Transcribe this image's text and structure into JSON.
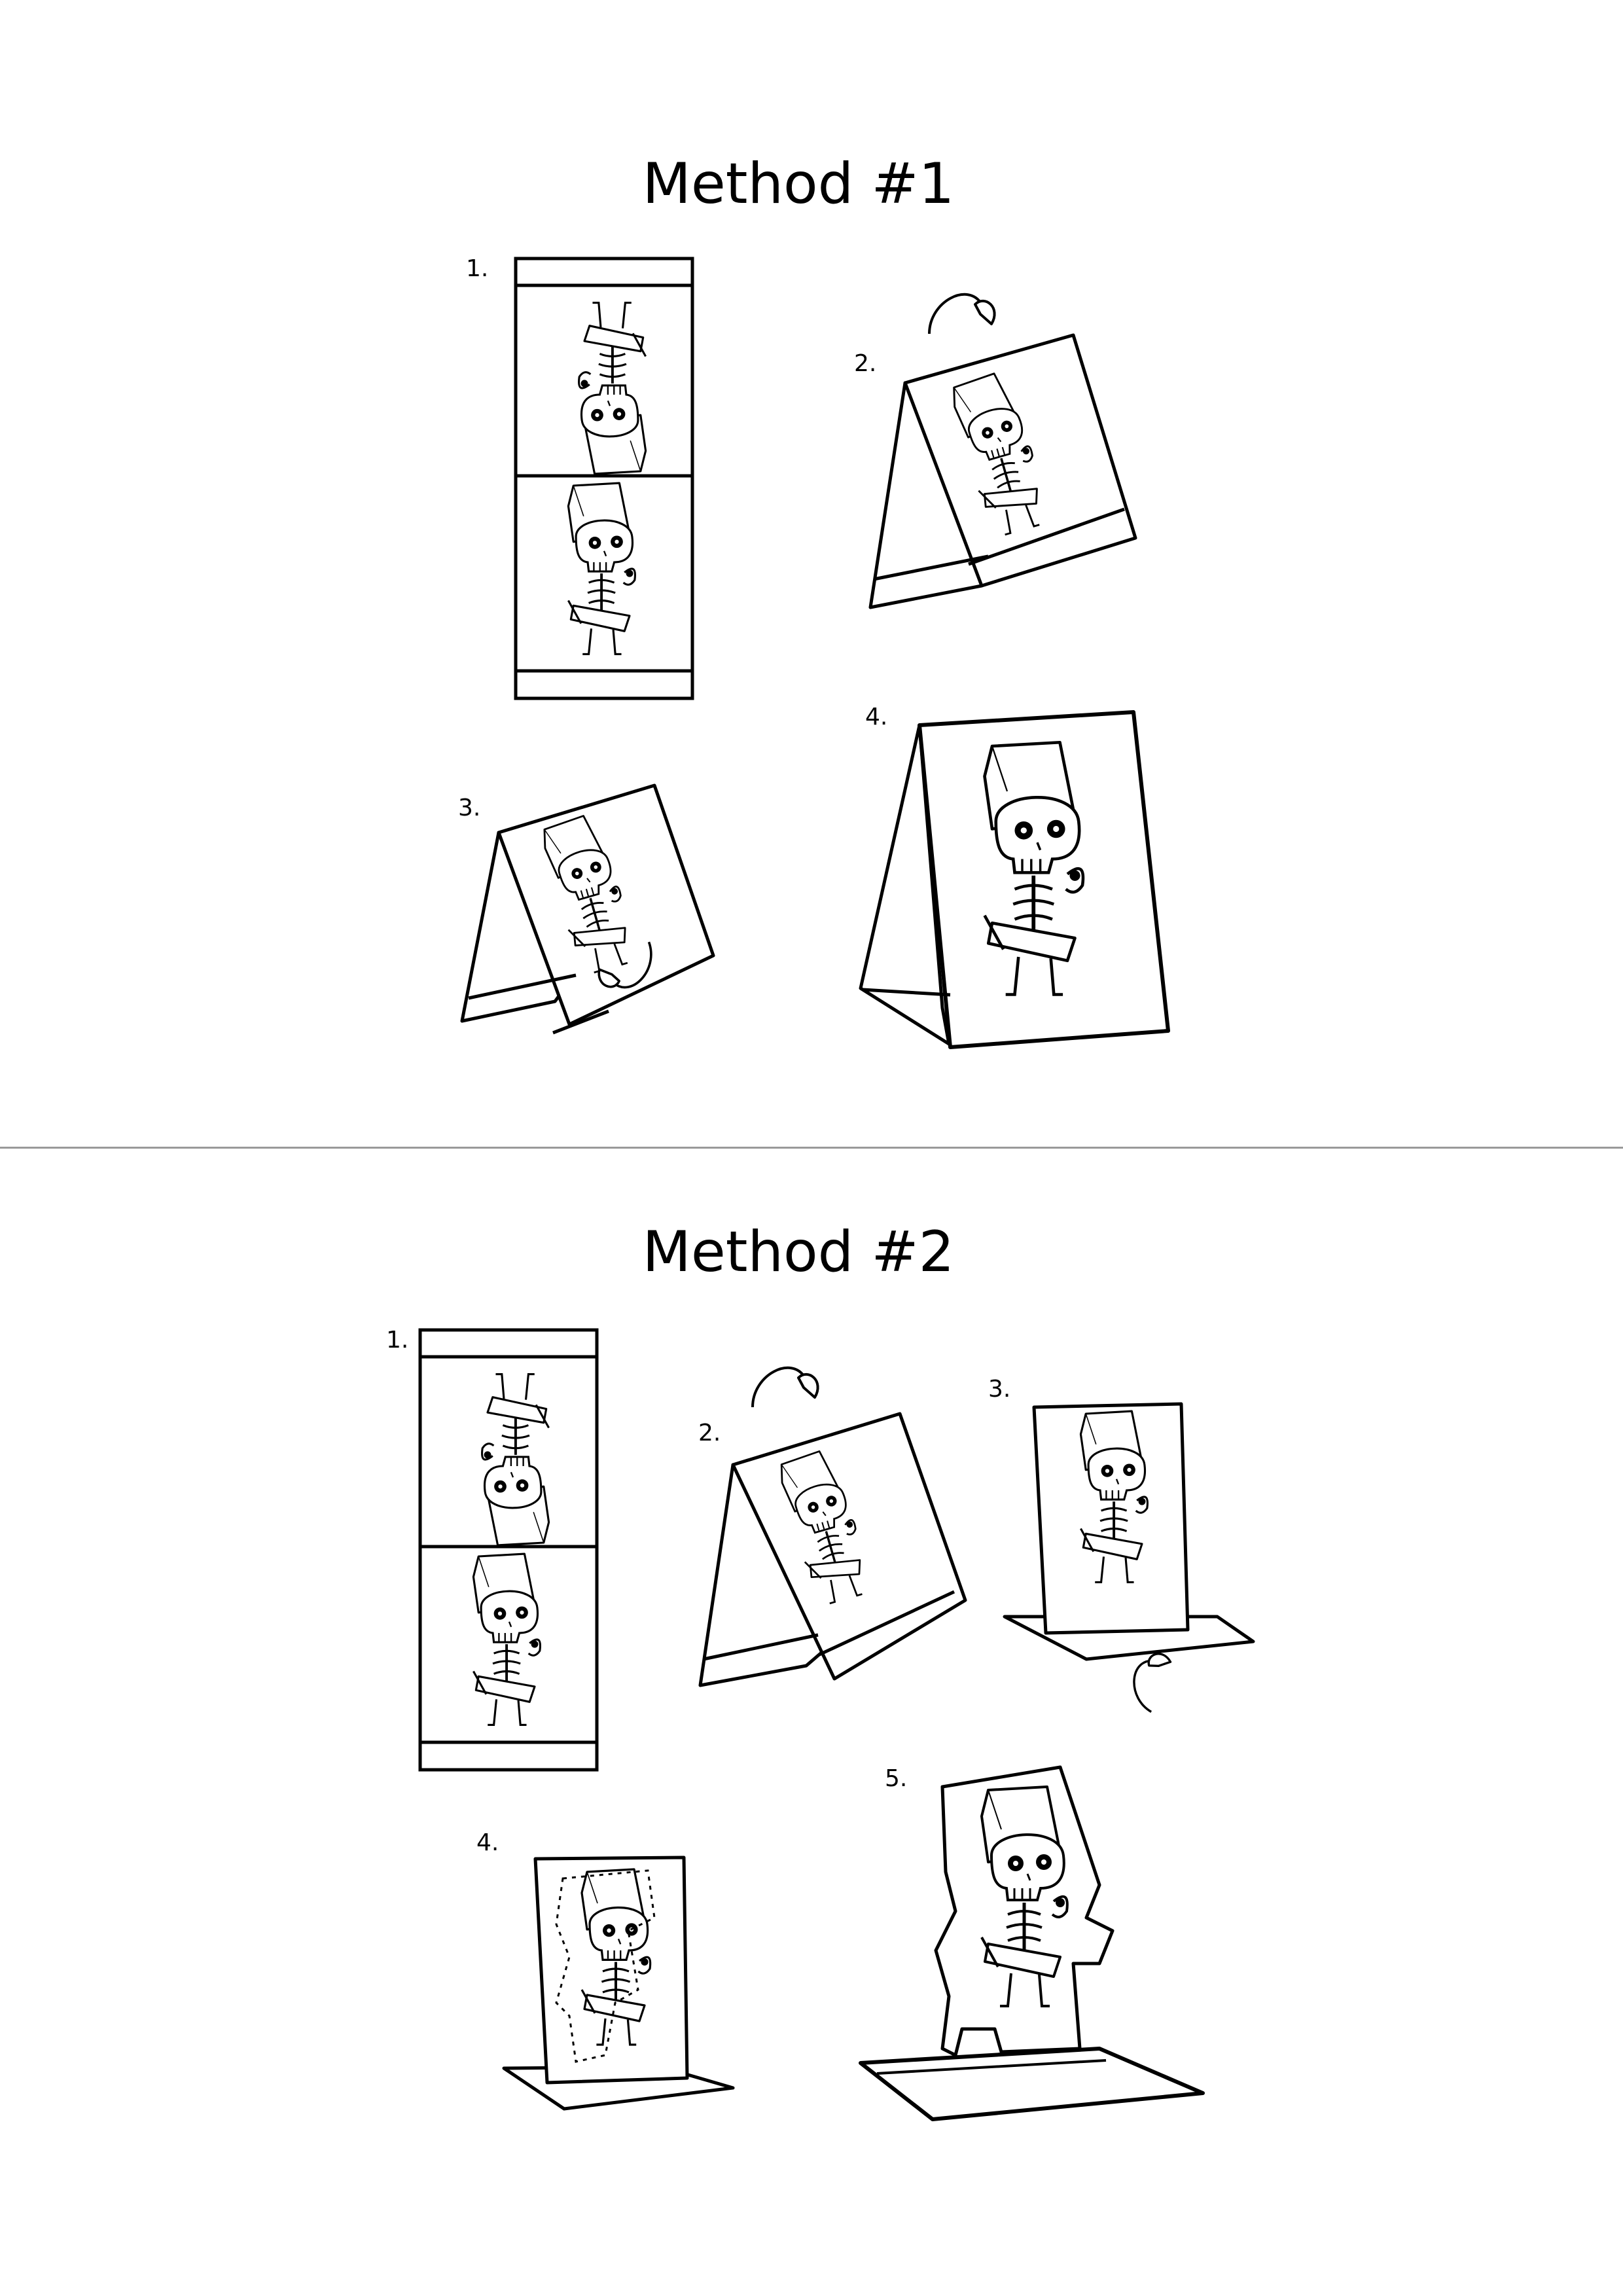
{
  "method1": {
    "title": "Method #1",
    "steps": [
      "1.",
      "2.",
      "3.",
      "4."
    ]
  },
  "method2": {
    "title": "Method #2",
    "steps": [
      "1.",
      "2.",
      "3.",
      "4.",
      "5."
    ]
  },
  "colors": {
    "ink": "#000000",
    "divider": "#9a9a9a",
    "background": "#ffffff"
  }
}
